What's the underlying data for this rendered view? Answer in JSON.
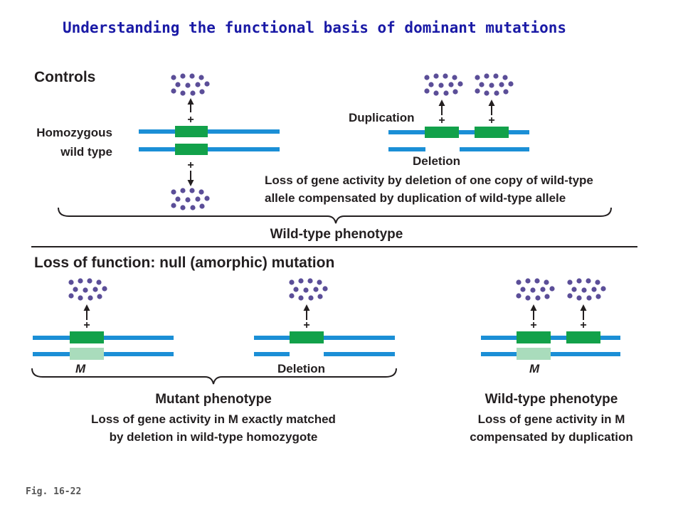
{
  "title": "Understanding the functional basis of dominant mutations",
  "figure_label": "Fig. 16-22",
  "controls": {
    "heading": "Controls",
    "homozygous_label_1": "Homozygous",
    "homozygous_label_2": "wild type",
    "duplication_label": "Duplication",
    "deletion_label": "Deletion",
    "caption_1": "Loss of gene activity by deletion of one copy of wild-type",
    "caption_2": "allele compensated by duplication of wild-type allele",
    "phenotype": "Wild-type phenotype"
  },
  "null_mutation": {
    "heading": "Loss of function: null (amorphic) mutation",
    "mutant_allele_label": "M",
    "deletion_label": "Deletion",
    "mutant_allele_label_2": "M",
    "left_phenotype": "Mutant phenotype",
    "left_caption_1": "Loss of gene activity in M exactly matched",
    "left_caption_2": "by deletion in wild-type homozygote",
    "right_phenotype": "Wild-type phenotype",
    "right_caption_1": "Loss of gene activity in M",
    "right_caption_2": "compensated by duplication"
  },
  "allele_symbol": "+",
  "colors": {
    "chromosome": "#1b8fd6",
    "wild_type_gene": "#12a14a",
    "mutant_gene": "#a9dcbc",
    "product_dots": "#5b4e98",
    "title": "#1a1aa6"
  }
}
